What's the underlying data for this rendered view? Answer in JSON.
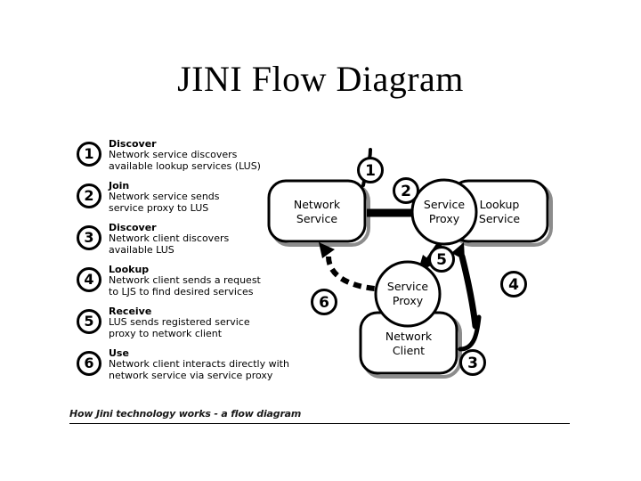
{
  "title": "JINI Flow Diagram",
  "legend": [
    {
      "number": "1",
      "heading": "Discover",
      "lines": [
        "Network service discovers",
        "available lookup services (LUS)"
      ]
    },
    {
      "number": "2",
      "heading": "Join",
      "lines": [
        "Network service sends",
        "service proxy to LUS"
      ]
    },
    {
      "number": "3",
      "heading": "Discover",
      "lines": [
        "Network client discovers",
        "available LUS"
      ]
    },
    {
      "number": "4",
      "heading": "Lookup",
      "lines": [
        "Network client sends a request",
        "to LJS to find desired services"
      ]
    },
    {
      "number": "5",
      "heading": "Receive",
      "lines": [
        "LUS sends registered service",
        "proxy to network client"
      ]
    },
    {
      "number": "6",
      "heading": "Use",
      "lines": [
        "Network client interacts directly with",
        "network service via service proxy"
      ]
    }
  ],
  "diagram": {
    "nodes": {
      "network_service": {
        "line1": "Network",
        "line2": "Service"
      },
      "lookup_service": {
        "line1": "Lookup",
        "line2": "Service"
      },
      "network_client": {
        "line1": "Network",
        "line2": "Client"
      },
      "service_proxy_top": {
        "line1": "Service",
        "line2": "Proxy"
      },
      "service_proxy_bottom": {
        "line1": "Service",
        "line2": "Proxy"
      }
    },
    "markers": {
      "m1": "1",
      "m2": "2",
      "m3": "3",
      "m4": "4",
      "m5": "5",
      "m6": "6"
    }
  },
  "footer": {
    "caption": "How Jini technology works - a flow diagram"
  },
  "colors": {
    "ink": "#000000",
    "shadow": "#808080",
    "canvas": "#ffffff"
  }
}
